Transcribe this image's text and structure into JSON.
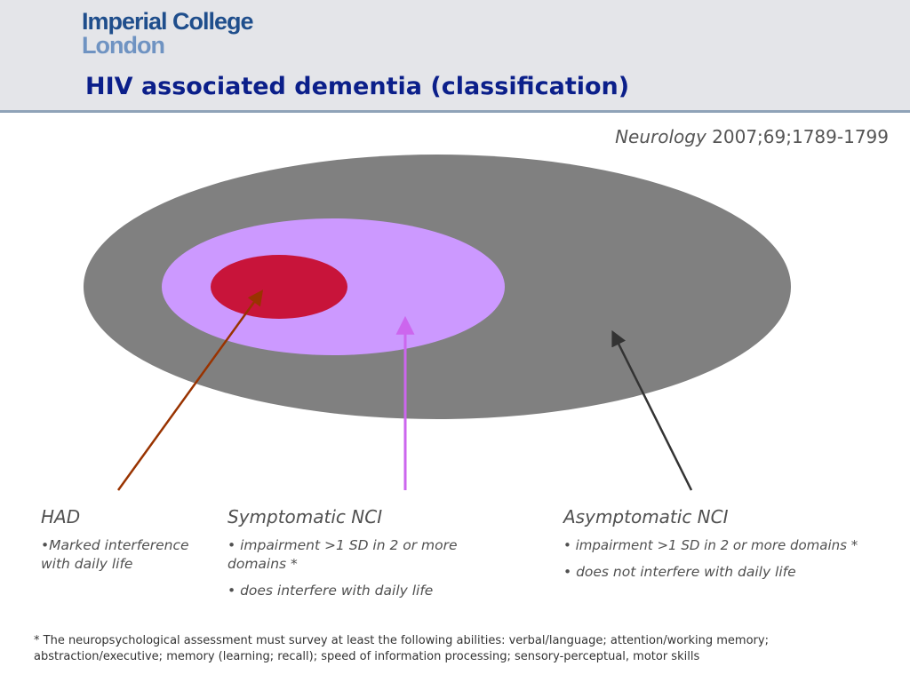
{
  "header": {
    "logo_line1": "Imperial College",
    "logo_line2": "London",
    "title": "HIV associated dementia (classification)"
  },
  "citation": {
    "journal": "Neurology",
    "reference": " 2007;69;1789-1799"
  },
  "diagram": {
    "colors": {
      "outer": "#808080",
      "middle": "#cc99ff",
      "inner": "#c8143a",
      "arrow_had": "#993300",
      "arrow_symptomatic": "#cc66ee",
      "arrow_asymptomatic": "#333333"
    }
  },
  "labels": {
    "had": {
      "heading": "HAD",
      "points": [
        "•Marked interference with daily life"
      ]
    },
    "symptomatic": {
      "heading": "Symptomatic NCI",
      "points": [
        "• impairment >1 SD in 2 or more domains *",
        "• does interfere with daily life"
      ]
    },
    "asymptomatic": {
      "heading": "Asymptomatic NCI",
      "points": [
        "• impairment >1 SD in 2 or more domains *",
        "• does not interfere with daily life"
      ]
    }
  },
  "footnote": "* The neuropsychological assessment must survey at least the following abilities: verbal/language; attention/working memory; abstraction/executive; memory (learning; recall); speed of information processing; sensory-perceptual, motor skills"
}
